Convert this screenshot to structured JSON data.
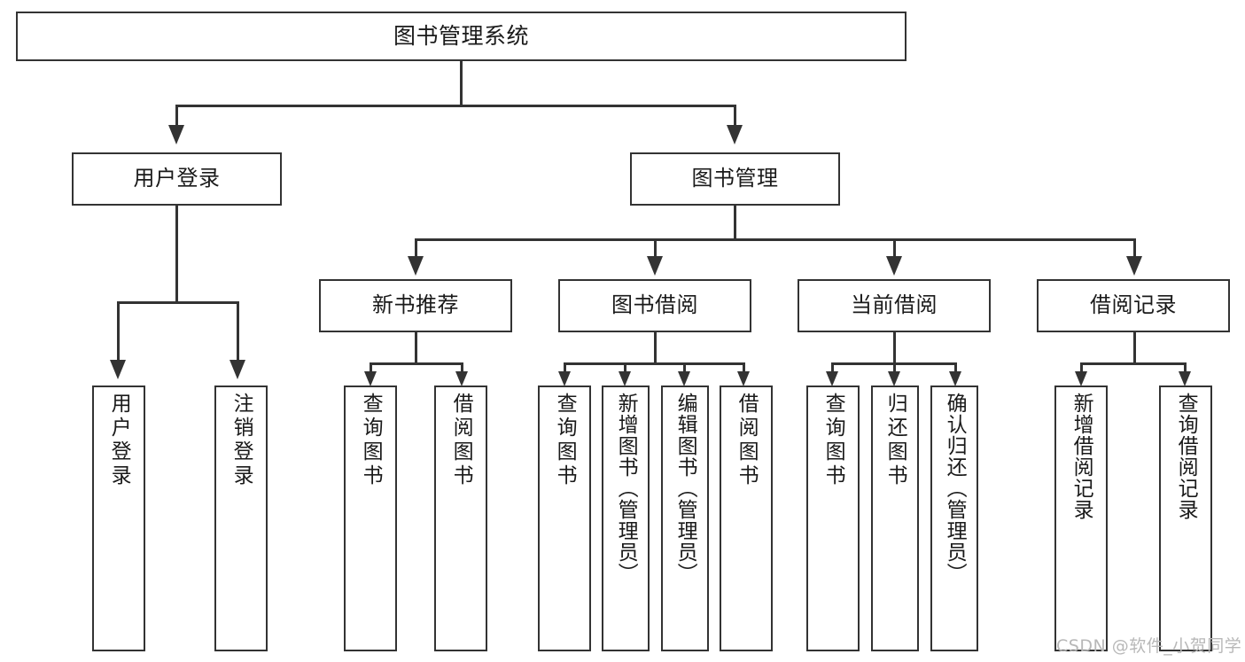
{
  "diagram": {
    "title": "图书管理系统",
    "root": {
      "label": "图书管理系统"
    },
    "level2": [
      {
        "label": "用户登录"
      },
      {
        "label": "图书管理"
      }
    ],
    "level3": [
      {
        "label": "新书推荐"
      },
      {
        "label": "图书借阅"
      },
      {
        "label": "当前借阅"
      },
      {
        "label": "借阅记录"
      }
    ],
    "leaves": {
      "user_login": [
        {
          "label": "用户登录"
        },
        {
          "label": "注销登录"
        }
      ],
      "new_book_recommend": [
        {
          "label": "查询图书"
        },
        {
          "label": "借阅图书"
        }
      ],
      "book_borrow": [
        {
          "label": "查询图书"
        },
        {
          "label": "新增图书（管理员）"
        },
        {
          "label": "编辑图书（管理员）"
        },
        {
          "label": "借阅图书"
        }
      ],
      "current_borrow": [
        {
          "label": "查询图书"
        },
        {
          "label": "归还图书"
        },
        {
          "label": "确认归还（管理员）"
        }
      ],
      "borrow_record": [
        {
          "label": "新增借阅记录"
        },
        {
          "label": "查询借阅记录"
        }
      ]
    }
  },
  "watermark": {
    "text": "CSDN @软件_小贺同学"
  },
  "colors": {
    "stroke": "#333333",
    "background": "#ffffff",
    "text": "#1a1a1a",
    "watermark": "#b8b8b8"
  }
}
